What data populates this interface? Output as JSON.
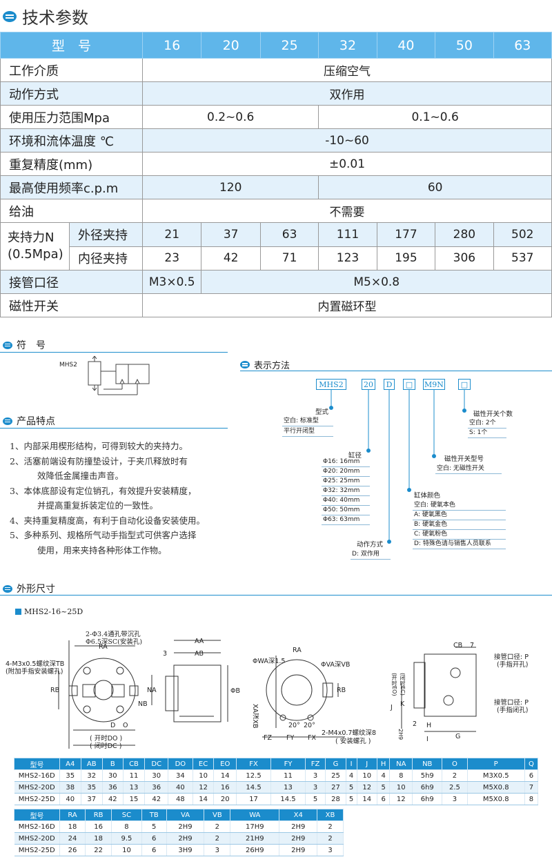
{
  "header": {
    "title": "技术参数"
  },
  "spec": {
    "model_label": "型　号",
    "sizes": [
      "16",
      "20",
      "25",
      "32",
      "40",
      "50",
      "63"
    ],
    "rows": {
      "medium": {
        "label": "工作介质",
        "value": "压缩空气"
      },
      "action": {
        "label": "动作方式",
        "value": "双作用"
      },
      "pressure": {
        "label": "使用压力范围Mpa",
        "v1": "0.2~0.6",
        "v2": "0.1~0.6"
      },
      "temp": {
        "label": "环境和流体温度 ℃",
        "value": "-10~60"
      },
      "repeat": {
        "label": "重复精度(mm)",
        "value": "±0.01"
      },
      "freq": {
        "label": "最高使用频率c.p.m",
        "v1": "120",
        "v2": "60"
      },
      "oil": {
        "label": "给油",
        "value": "不需要"
      },
      "force": {
        "label1": "夹持力N",
        "label2": "(0.5Mpa)",
        "outer_label": "外径夹持",
        "outer": [
          "21",
          "37",
          "63",
          "111",
          "177",
          "280",
          "502"
        ],
        "inner_label": "内径夹持",
        "inner": [
          "23",
          "42",
          "71",
          "123",
          "195",
          "306",
          "537"
        ]
      },
      "port": {
        "label": "接管口径",
        "v1": "M3×0.5",
        "v2": "M5×0.8"
      },
      "switch": {
        "label": "磁性开关",
        "value": "内置磁环型"
      }
    }
  },
  "symbol": {
    "title": "符　号",
    "label": "MHS2"
  },
  "features": {
    "title": "产品特点",
    "items": [
      "1、内部采用楔形结构，可得到较大的夹持力。",
      "2、活塞前端设有防撞垫设计，于夹爪释放时有",
      "效降低金属撞击声音。",
      "3、本体底部设有定位销孔，有效提升安装精度，",
      "并提高重复拆装定位的一致性。",
      "4、夹持重复精度高，有利于自动化设备安装使用。",
      "5、多种系列、规格所气动手指型式可供客户选择",
      "使用，用来夹持各种形体工作物。"
    ]
  },
  "ordering": {
    "title": "表示方法",
    "codes": [
      "MHS2",
      "20",
      "D",
      "□",
      "M9N",
      "□"
    ],
    "type": {
      "caption": "型式",
      "options": [
        "空白: 标准型",
        "平行开闭型"
      ]
    },
    "bore": {
      "caption": "缸径",
      "options": [
        "Φ16: 16mm",
        "Φ20: 20mm",
        "Φ25: 25mm",
        "Φ32: 32mm",
        "Φ40: 40mm",
        "Φ50: 50mm",
        "Φ63: 63mm"
      ]
    },
    "action": {
      "caption": "动作方式",
      "options": [
        "D: 双作用"
      ]
    },
    "color": {
      "caption": "缸体颜色",
      "options": [
        "空白: 硬氧本色",
        "A: 硬氧黑色",
        "B: 硬氧金色",
        "C: 硬氧粉色",
        "D: 特殊色请与销售人员联系"
      ]
    },
    "switch_model": {
      "caption": "磁性开关型号",
      "options": [
        "空白: 无磁性开关"
      ]
    },
    "switch_count": {
      "caption": "磁性开关个数",
      "options": [
        "空白: 2个",
        "S: 1个"
      ]
    }
  },
  "dimensions": {
    "title": "外形尺寸",
    "subtitle": "MHS2-16~25D",
    "labels": {
      "holes": "2-Φ3.4通孔带沉孔",
      "holes2": "Φ6.5深SC(安装孔)",
      "thread": "4-M3x0.5螺纹深TB",
      "thread2": "(附加手指安装螺孔)",
      "RA": "RA",
      "RB": "RB",
      "NA": "NA",
      "NB": "NB",
      "D": "D",
      "O": "O",
      "open": "( 开时DO )",
      "close": "( 闭时DC )",
      "AA": "AA",
      "AB": "AB",
      "three": "3",
      "PhiB": "ΦB",
      "wa": "ΦWA深1.5",
      "va": "ΦVA深VB",
      "xa": "XA深XB",
      "fz": "FZ",
      "fy": "FY",
      "fx": "FX",
      "deg": "20°",
      "deg2": "20°",
      "m4": "2-M4x0.7螺纹深8",
      "m4b": "( 安装螺孔 )",
      "cb": "CB",
      "seven": "7",
      "portOpen": "接管口径: P",
      "portOpen2": "(手指开孔)",
      "portClose": "接管口径: P",
      "portClose2": "(手指闭孔)",
      "eo": "(开时EO)",
      "ec": "(闭时EC)",
      "J": "J",
      "K": "K",
      "two": "2",
      "H": "H",
      "I": "I",
      "G": "G",
      "twoh9": "2H9"
    },
    "table1": {
      "headers": [
        "型号",
        "A4",
        "AB",
        "B",
        "CB",
        "DC",
        "DO",
        "EC",
        "EO",
        "FX",
        "FY",
        "FZ",
        "G",
        "I",
        "J",
        "H",
        "NA",
        "NB",
        "O",
        "P",
        "Q"
      ],
      "rows": [
        [
          "MHS2-16D",
          "35",
          "32",
          "30",
          "11",
          "30",
          "34",
          "10",
          "14",
          "12.5",
          "11",
          "3",
          "25",
          "4",
          "10",
          "4",
          "8",
          "5h9",
          "2",
          "M3X0.5",
          "6"
        ],
        [
          "MHS2-20D",
          "38",
          "35",
          "36",
          "13",
          "36",
          "40",
          "12",
          "16",
          "14.5",
          "13",
          "3",
          "27",
          "5",
          "12",
          "5",
          "10",
          "6h9",
          "2.5",
          "M5X0.8",
          "7"
        ],
        [
          "MHS2-25D",
          "40",
          "37",
          "42",
          "15",
          "42",
          "48",
          "14",
          "20",
          "17",
          "14.5",
          "5",
          "28",
          "5",
          "14",
          "6",
          "12",
          "6h9",
          "3",
          "M5X0.8",
          "8"
        ]
      ]
    },
    "table2": {
      "headers": [
        "型号",
        "RA",
        "RB",
        "SC",
        "TB",
        "VA",
        "VB",
        "WA",
        "X4",
        "XB"
      ],
      "rows": [
        [
          "MHS2-16D",
          "18",
          "16",
          "8",
          "5",
          "2H9",
          "2",
          "17H9",
          "2H9",
          "2"
        ],
        [
          "MHS2-20D",
          "24",
          "18",
          "9.5",
          "6",
          "2H9",
          "2",
          "21H9",
          "2H9",
          "2"
        ],
        [
          "MHS2-25D",
          "26",
          "22",
          "10",
          "6",
          "3H9",
          "3",
          "26H9",
          "2H9",
          "3"
        ]
      ]
    }
  }
}
